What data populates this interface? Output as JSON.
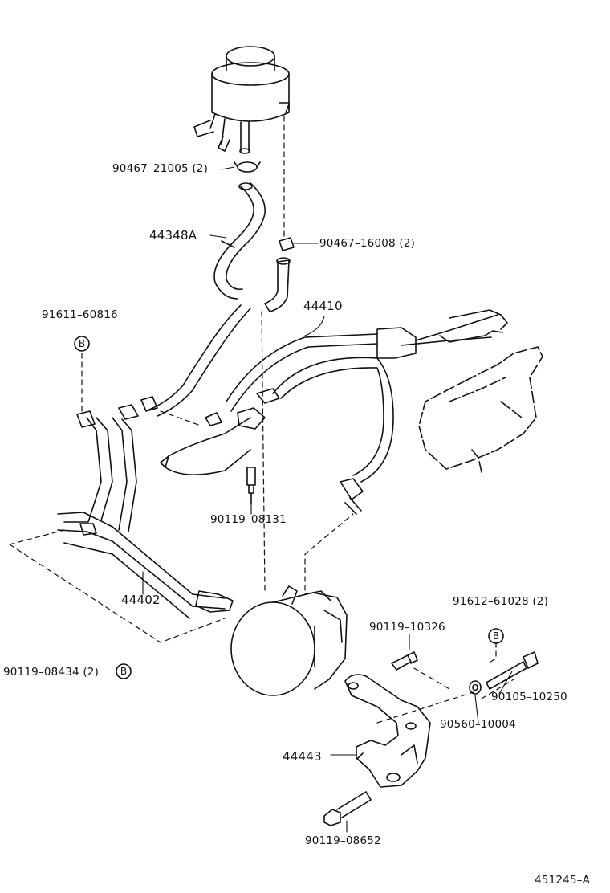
{
  "diagram_id": "451245–A",
  "callout_symbol": "B",
  "labels": {
    "clamp_top": "90467–21005 (2)",
    "hose_return": "44348A",
    "clamp_mid": "90467–16008 (2)",
    "bracket_bolt_left": "91611–60816",
    "pressure_hose": "44410",
    "union_bolt": "90119–08131",
    "cooler_tube": "44402",
    "cooler_bolt": "90119–08434 (2)",
    "stud_bolt": "91612–61028 (2)",
    "bolt_10326": "90119–10326",
    "bolt_10250": "90105–10250",
    "washer": "90560–10004",
    "pump_bracket": "44443",
    "bolt_bottom": "90119–08652"
  }
}
